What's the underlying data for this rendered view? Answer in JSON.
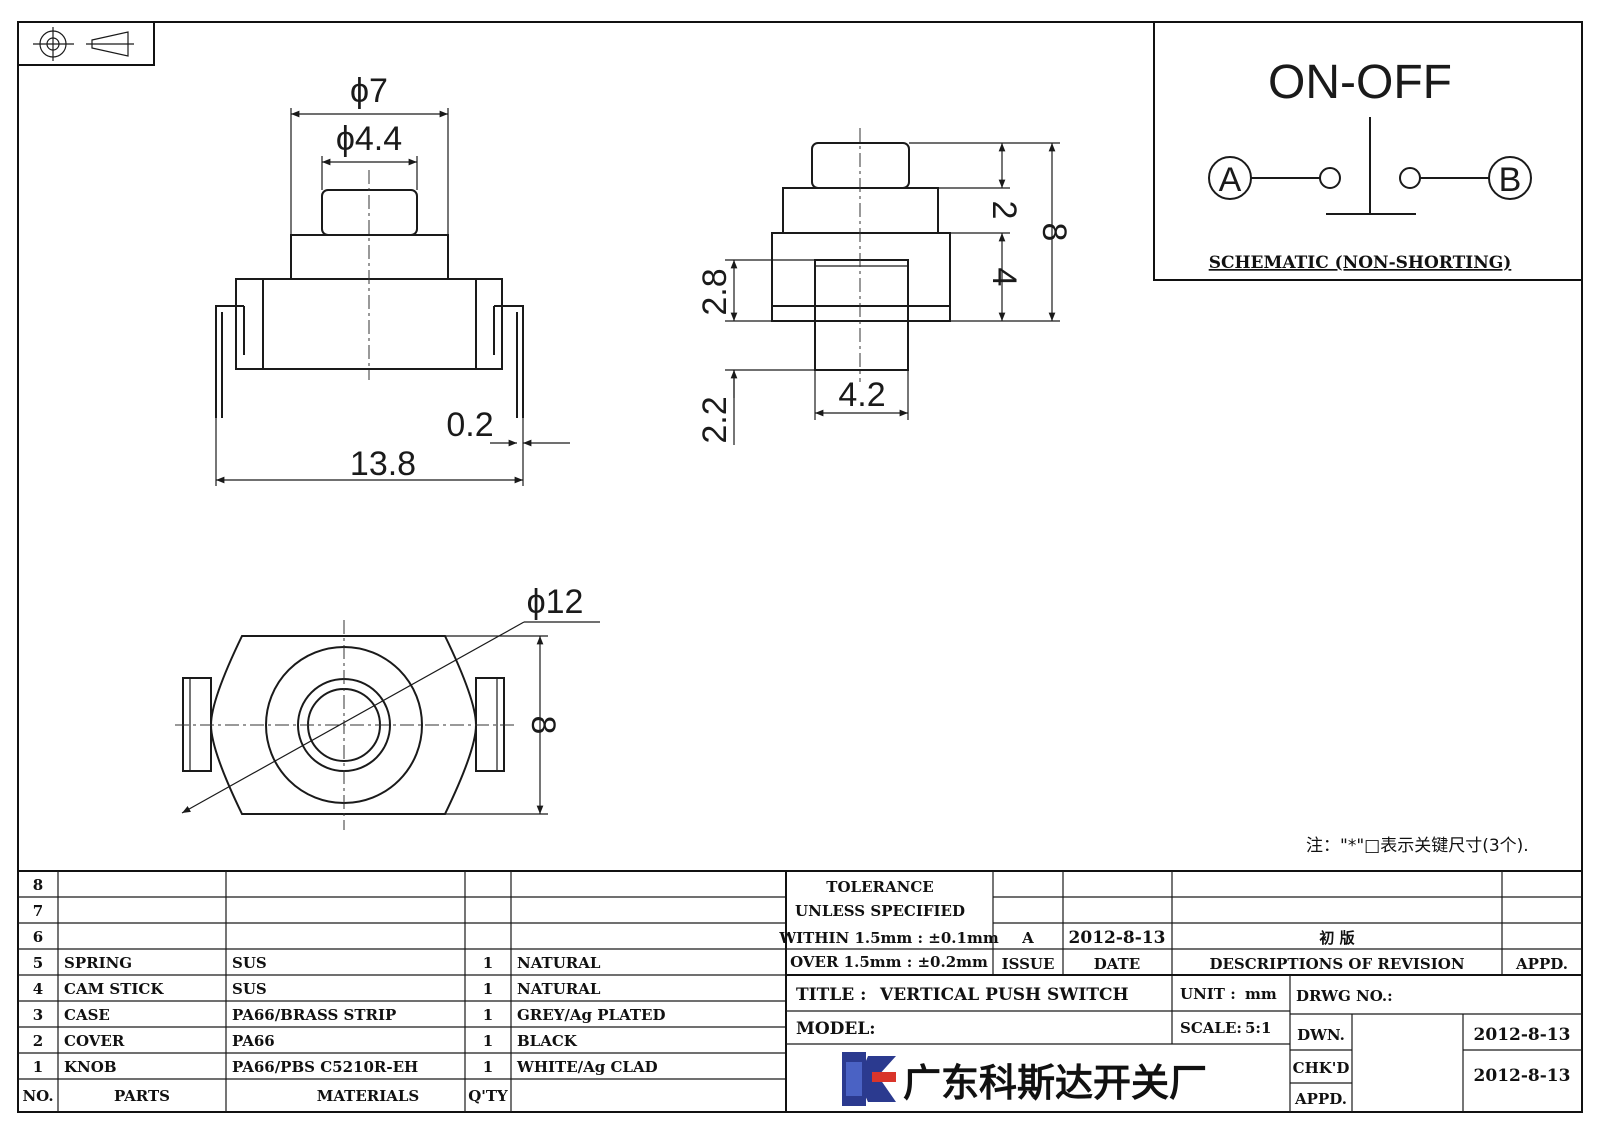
{
  "schematic": {
    "title": "ON-OFF",
    "terminal_a": "A",
    "terminal_b": "B",
    "caption": "SCHEMATIC (NON-SHORTING)"
  },
  "front_view": {
    "dim_outer_dia": "ϕ7",
    "dim_inner_dia": "ϕ4.4",
    "dim_pin": "0.2",
    "dim_width": "13.8"
  },
  "side_view": {
    "dim_2": "2",
    "dim_8": "8",
    "dim_4": "4",
    "dim_28": "2.8",
    "dim_22": "2.2",
    "dim_42": "4.2"
  },
  "top_view": {
    "dim_dia": "ϕ12",
    "dim_8": "8"
  },
  "note": "注：\"*\"□表示关键尺寸(3个).",
  "parts_table": {
    "header": {
      "no": "NO.",
      "parts": "PARTS",
      "materials": "MATERIALS",
      "qty": "Q'TY"
    },
    "rows": [
      {
        "no": "8",
        "part": "",
        "material": "",
        "qty": "",
        "finish": ""
      },
      {
        "no": "7",
        "part": "",
        "material": "",
        "qty": "",
        "finish": ""
      },
      {
        "no": "6",
        "part": "",
        "material": "",
        "qty": "",
        "finish": ""
      },
      {
        "no": "5",
        "part": "SPRING",
        "material": "SUS",
        "qty": "1",
        "finish": "NATURAL"
      },
      {
        "no": "4",
        "part": "CAM STICK",
        "material": "SUS",
        "qty": "1",
        "finish": "NATURAL"
      },
      {
        "no": "3",
        "part": "CASE",
        "material": "PA66/BRASS STRIP",
        "qty": "1",
        "finish": "GREY/Ag PLATED"
      },
      {
        "no": "2",
        "part": "COVER",
        "material": "PA66",
        "qty": "1",
        "finish": "BLACK"
      },
      {
        "no": "1",
        "part": "KNOB",
        "material": "PA66/PBS C5210R-EH",
        "qty": "1",
        "finish": "WHITE/Ag CLAD"
      }
    ]
  },
  "tolerance": {
    "line1": "TOLERANCE",
    "line2": "UNLESS  SPECIFIED",
    "line3": "WITHIN 1.5mm : ±0.1mm",
    "line4": "OVER 1.5mm : ±0.2mm"
  },
  "revision": {
    "issue": "A",
    "date": "2012-8-13",
    "description": "初 版",
    "issue_header": "ISSUE",
    "date_header": "DATE",
    "desc_header": "DESCRIPTIONS OF REVISION",
    "appd_header": "APPD."
  },
  "title_block": {
    "title_label": "TITLE :",
    "title": "VERTICAL PUSH SWITCH",
    "unit_label": "UNIT :",
    "unit": "mm",
    "drwg_label": "DRWG NO.:",
    "model_label": "MODEL:",
    "scale_label": "SCALE:",
    "scale": "5:1",
    "dwn_label": "DWN.",
    "dwn_date": "2012-8-13",
    "chkd_label": "CHK'D",
    "chkd_date": "2012-8-13",
    "appd_label": "APPD.",
    "company": "广东科斯达开关厂"
  }
}
